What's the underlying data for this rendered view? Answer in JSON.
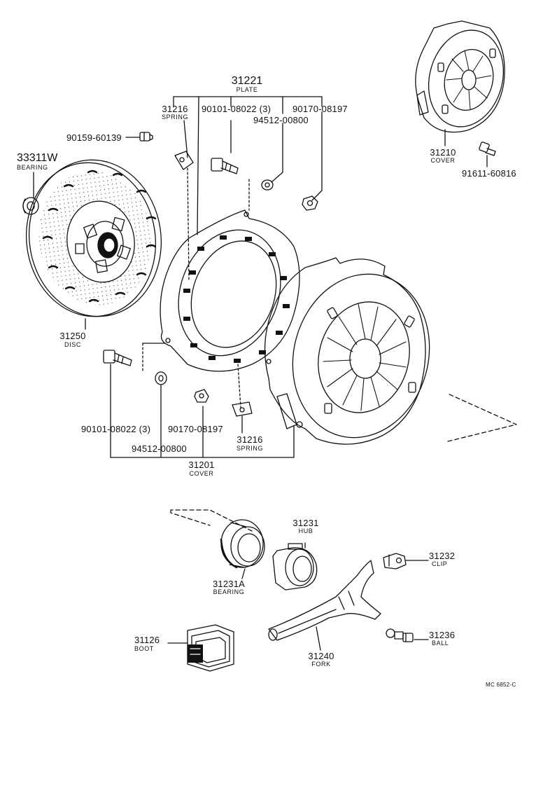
{
  "labels": {
    "plate_pn": "31221",
    "plate_name": "PLATE",
    "spring_top_pn": "31216",
    "spring_top_name": "SPRING",
    "bolt_top": "90101-08022 (3)",
    "nut_top": "90170-08197",
    "washer_top": "94512-00800",
    "bolt_small": "90159-60139",
    "bearing_left_pn": "33311W",
    "bearing_left_name": "BEARING",
    "disc_pn": "31250",
    "disc_name": "DISC",
    "cover_tr_pn": "31210",
    "cover_tr_name": "COVER",
    "bolt_tr": "91611-60816",
    "bolt_bottom": "90101-08022 (3)",
    "nut_bottom": "90170-08197",
    "washer_bottom": "94512-00800",
    "spring_bottom_pn": "31216",
    "spring_bottom_name": "SPRING",
    "cover_pn": "31201",
    "cover_name": "COVER",
    "hub_pn": "31231",
    "hub_name": "HUB",
    "bearing_pn": "31231A",
    "bearing_name": "BEARING",
    "clip_pn": "31232",
    "clip_name": "CLIP",
    "boot_pn": "31126",
    "boot_name": "BOOT",
    "ball_pn": "31236",
    "ball_name": "BALL",
    "fork_pn": "31240",
    "fork_name": "FORK",
    "drawing_ref": "MC 6852-C"
  }
}
